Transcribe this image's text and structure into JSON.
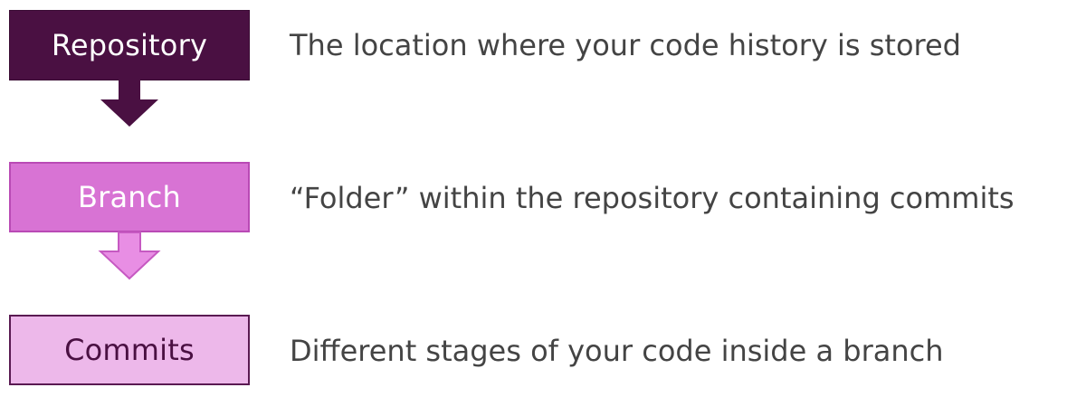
{
  "diagram": {
    "nodes": [
      {
        "label": "Repository",
        "description": "The location where your code history is stored"
      },
      {
        "label": "Branch",
        "description": "“Folder” within the repository containing commits"
      },
      {
        "label": "Commits",
        "description": "Different stages of your code inside a branch"
      }
    ],
    "colors": {
      "repository_fill": "#4a1042",
      "branch_fill": "#d873d4",
      "branch_border": "#b94ab5",
      "commits_fill": "#edb8ea",
      "commits_border": "#5a1a52",
      "arrow_dark": "#4a1042",
      "arrow_light": "#e88ee4",
      "description_text": "#444444"
    }
  }
}
